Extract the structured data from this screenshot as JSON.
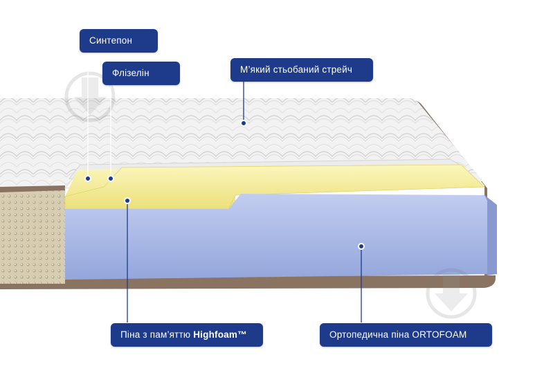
{
  "labels": {
    "sintepon": "Синтепон",
    "flizelin": "Флізелін",
    "stretch": "М’який стьобаний стрейч",
    "memory_prefix": "Піна з пам’яттю ",
    "memory_brand": "Highfoam™",
    "ortho": "Ортопедична піна ORTOFOAM"
  },
  "colors": {
    "label_bg": "#1e3a8a",
    "label_text": "#ffffff",
    "memory_foam": "#f1e98c",
    "ortho_foam": "#9fb0e2",
    "cover_side": "#cfc3a6",
    "piping": "#8a7461"
  }
}
